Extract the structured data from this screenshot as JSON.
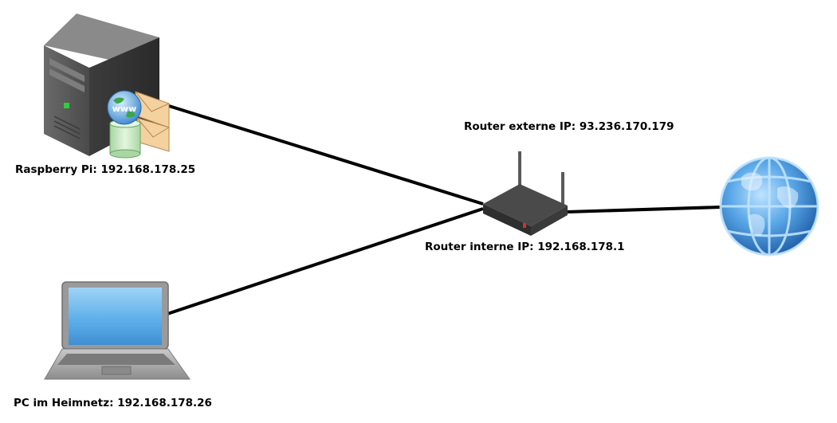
{
  "diagram": {
    "type": "network-topology",
    "nodes": {
      "server": {
        "label": "Raspberry Pi: 192.168.178.25",
        "icon": "server-tower-icon"
      },
      "pc": {
        "label": "PC im Heimnetz: 192.168.178.26",
        "icon": "laptop-icon"
      },
      "router": {
        "label_external": "Router externe IP: 93.236.170.179",
        "label_internal": "Router interne IP: 192.168.178.1",
        "icon": "router-icon"
      },
      "internet": {
        "icon": "globe-icon"
      }
    },
    "links": [
      {
        "from": "server",
        "to": "router"
      },
      {
        "from": "pc",
        "to": "router"
      },
      {
        "from": "router",
        "to": "internet"
      }
    ],
    "colors": {
      "link": "#000000",
      "server_body": "#5a5a5a",
      "server_led": "#2ecc40",
      "laptop_screen": "#5aaee8",
      "globe": "#3b8fd8"
    }
  }
}
